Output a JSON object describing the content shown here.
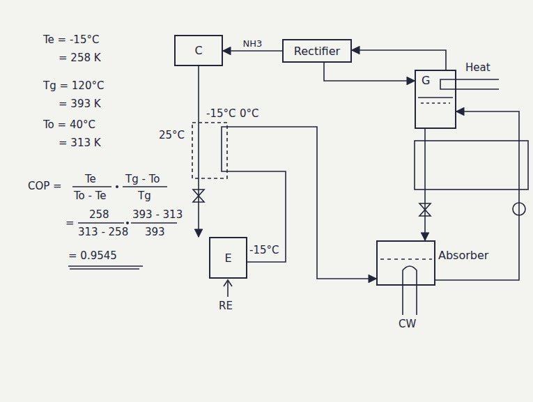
{
  "diagram": {
    "nodes": [
      {
        "text": [
          "C"
        ]
      },
      {
        "text": [
          "Rectifier"
        ]
      },
      {
        "text": [
          "G"
        ]
      },
      {
        "text": [
          "E"
        ]
      },
      {
        "text": [
          "Absorber"
        ]
      }
    ],
    "edges": [
      {
        "from": 1,
        "to": 0,
        "arrow": "to",
        "label": "NH3"
      },
      {
        "from": 2,
        "to": 1,
        "arrow": "to"
      },
      {
        "from": 1,
        "to": 2,
        "arrow": "to"
      },
      {
        "from": 0,
        "to": 3,
        "arrow": "to"
      },
      {
        "from": 3,
        "to": 4,
        "arrow": "to"
      },
      {
        "from": 4,
        "to": 2,
        "arrow": "to"
      },
      {
        "from": 2,
        "to": 4,
        "arrow": "to"
      }
    ],
    "labels": [
      "Te = -15°C",
      "= 258 K",
      "Tg = 120°C",
      "= 393 K",
      "To = 40°C",
      "= 313 K",
      "COP =",
      "Te",
      "To - Te",
      "Tg - To",
      "Tg",
      "=",
      "258",
      "313 - 258",
      "393 - 313",
      "393",
      "= 0.9545",
      "25°C",
      "-15°C",
      "0°C",
      "-15°C",
      "RE",
      "CW",
      "Heat"
    ]
  }
}
